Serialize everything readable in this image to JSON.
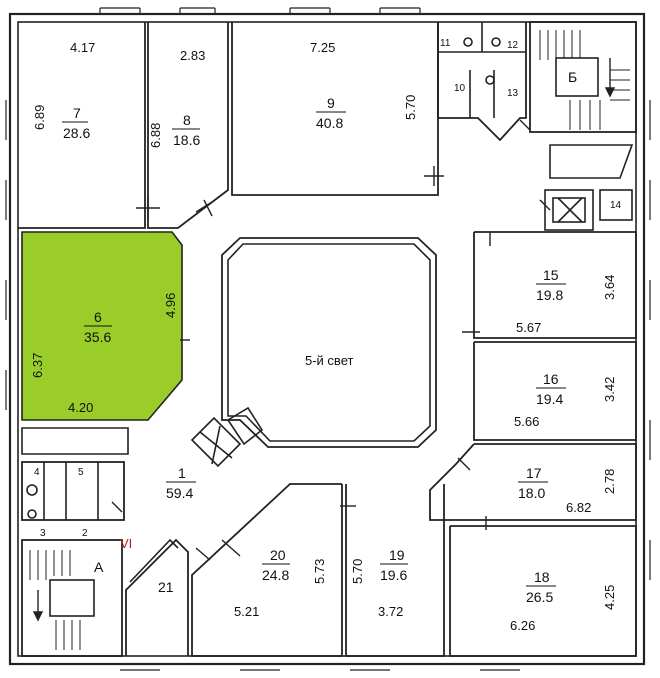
{
  "accent": "#9acd2a",
  "rooms": {
    "r7": {
      "num": "7",
      "area": "28.6",
      "top": "4.17",
      "side": "6.89"
    },
    "r8": {
      "num": "8",
      "area": "18.6",
      "top": "2.83",
      "side": "6.88"
    },
    "r9": {
      "num": "9",
      "area": "40.8",
      "top": "7.25",
      "side": "5.70"
    },
    "r6": {
      "num": "6",
      "area": "35.6",
      "side_right": "4.96",
      "side_left": "6.37",
      "bottom": "4.20"
    },
    "r15": {
      "num": "15",
      "area": "19.8",
      "side": "3.64",
      "bottom": "5.67"
    },
    "r16": {
      "num": "16",
      "area": "19.4",
      "side": "3.42",
      "bottom": "5.66"
    },
    "r17": {
      "num": "17",
      "area": "18.0",
      "side": "2.78",
      "bottom": "6.82"
    },
    "r18": {
      "num": "18",
      "area": "26.5",
      "side": "4.25",
      "bottom": "6.26"
    },
    "r1": {
      "num": "1",
      "area": "59.4"
    },
    "r20": {
      "num": "20",
      "area": "24.8",
      "side": "5.73",
      "bottom": "5.21"
    },
    "r19": {
      "num": "19",
      "area": "19.6",
      "side": "5.70",
      "bottom": "3.72"
    },
    "r21": {
      "num": "21"
    }
  },
  "small_rooms": [
    "11",
    "12",
    "10",
    "13",
    "14",
    "4",
    "5",
    "3",
    "2"
  ],
  "atrium_label": "5-й свет",
  "stair_labels": {
    "b": "Б",
    "a": "А"
  },
  "section_mark": "VI"
}
